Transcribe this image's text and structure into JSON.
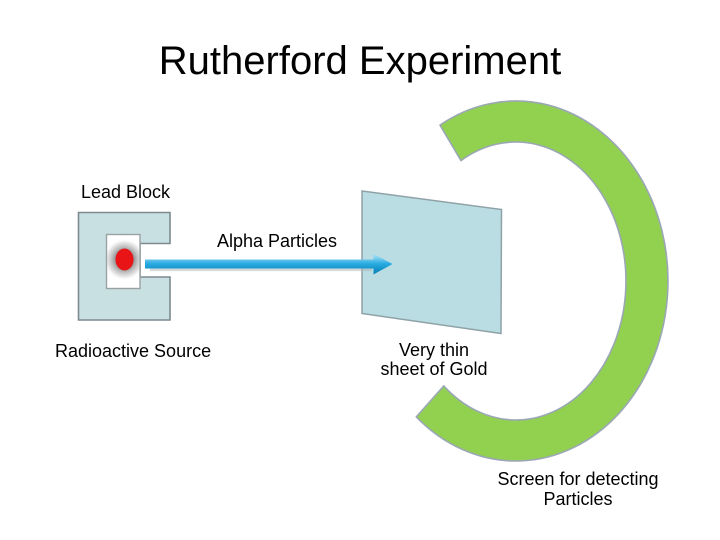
{
  "slide": {
    "title": "Rutherford Experiment",
    "labels": {
      "lead_block": "Lead Block",
      "radioactive_source": "Radioactive Source",
      "alpha_particles": "Alpha Particles",
      "gold_sheet_line1": "Very thin",
      "gold_sheet_line2": "sheet of Gold",
      "screen_line1": "Screen for detecting",
      "screen_line2": "Particles"
    },
    "colors": {
      "background": "#ffffff",
      "text": "#000000",
      "lead_block_fill": "#c9e0e3",
      "lead_block_border": "#7d8a8f",
      "source_housing_fill": "#ffffff",
      "source_housing_border": "#9aa1a3",
      "source_dot": "#e81416",
      "alpha_arrow_blue": "#29abe2",
      "gold_sheet_fill": "#b9dde2",
      "gold_sheet_border": "#8fa2a8",
      "screen_arc_fill": "#92d050",
      "screen_arc_border": "#9aa7b4"
    }
  }
}
